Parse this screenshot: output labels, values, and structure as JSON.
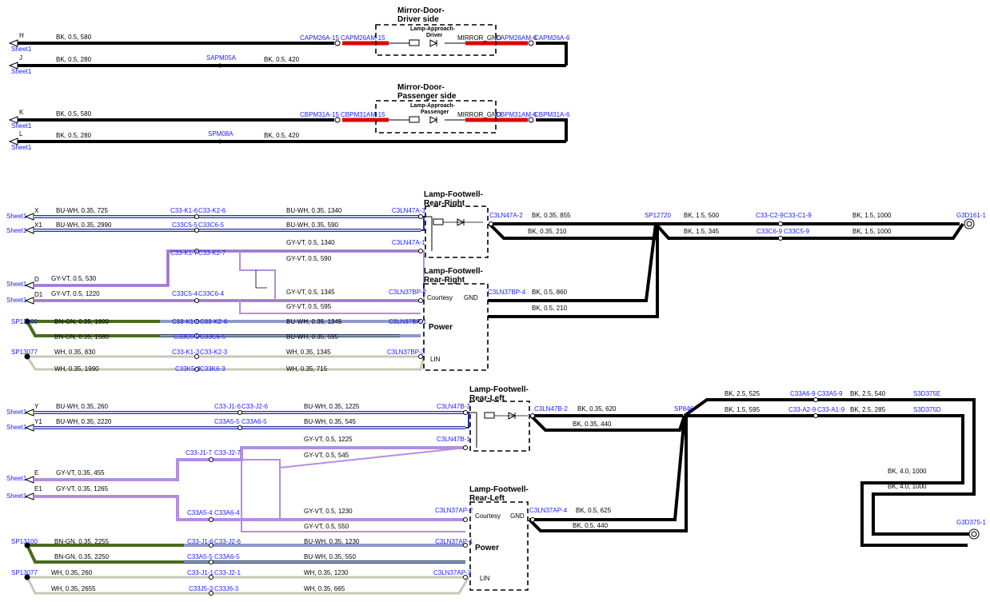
{
  "modules": [
    {
      "title1": "Mirror-Door-",
      "title2": "Driver side",
      "lamp1": "Lamp-Approach-",
      "lamp2": "Driver",
      "gnd": "MIRROR_GND"
    },
    {
      "title1": "Mirror-Door-",
      "title2": "Passenger side",
      "lamp1": "Lamp-Approach-",
      "lamp2": "Passenger",
      "gnd": "MIRROR_GND"
    },
    {
      "title1": "Lamp-Footwell-",
      "title2": "Rear-Right"
    },
    {
      "title1": "Lamp-Footwell-",
      "title2": "Rear-Right",
      "courtesy": "Courtesy",
      "gnd": "GND",
      "power": "Power",
      "lin": "LIN"
    },
    {
      "title1": "Lamp-Footwell-",
      "title2": "Rear-Left"
    },
    {
      "title1": "Lamp-Footwell-",
      "title2": "Rear-Left",
      "courtesy": "Courtesy",
      "gnd": "GND",
      "power": "Power",
      "lin": "LIN"
    }
  ],
  "sheet_refs": [
    {
      "id": "H",
      "sheet": "Sheet1"
    },
    {
      "id": "J",
      "sheet": "Sheet1"
    },
    {
      "id": "K",
      "sheet": "Sheet1"
    },
    {
      "id": "L",
      "sheet": "Sheet1"
    },
    {
      "id": "X",
      "sheet": "Sheet1"
    },
    {
      "id": "X1",
      "sheet": "Sheet1"
    },
    {
      "id": "D",
      "sheet": "Sheet1"
    },
    {
      "id": "D1",
      "sheet": "Sheet1"
    },
    {
      "id": "Y",
      "sheet": "Sheet1"
    },
    {
      "id": "Y1",
      "sheet": "Sheet1"
    },
    {
      "id": "E",
      "sheet": "Sheet1"
    },
    {
      "id": "E1",
      "sheet": "Sheet1"
    }
  ],
  "splices": [
    "SAPM05A",
    "SPM08A",
    "SP12720",
    "SP13100",
    "SP13077",
    "SP13100",
    "SP13077",
    "SP846"
  ],
  "connectors": [
    "CAPM26A-15",
    "CAPM26AM-15",
    "CAPM26AM-6",
    "CAPM26A-6",
    "CBPM31A-15",
    "CBPM31AM-15",
    "CBPM31AM-6",
    "CBPM31A-6",
    "C33-K1-6",
    "C33-K2-6",
    "C33C5-5",
    "C33C6-5",
    "C3LN47A-3",
    "C3LN47A-1",
    "C33-K1-7",
    "C33-K2-7",
    "C33C5-4",
    "C33C6-4",
    "C3LN37BP-2",
    "C3LN37BP-1",
    "C33-K1-3",
    "C33-K2-3",
    "C33K5-3",
    "C33K6-3",
    "C3LN37BP-3",
    "C3LN47A-2",
    "C3LN37BP-4",
    "C33-C2-9",
    "C33-C1-9",
    "C33C6-9",
    "C33C5-9",
    "G3D161-1",
    "C33-J1-6",
    "C33-J2-6",
    "C33A5-5",
    "C33A6-5",
    "C3LN47B-3",
    "C3LN47B-1",
    "C33-J1-7",
    "C33-J2-7",
    "C33A5-4",
    "C33A6-4",
    "C3LN37AP-2",
    "C3LN37AP-1",
    "C33-J1-1",
    "C33-J2-1",
    "C33J5-3",
    "C33J6-3",
    "C3LN37AP-3",
    "C3LN47B-2",
    "C3LN37AP-4",
    "C33A6-9",
    "C33A5-9",
    "C33-A2-9",
    "C33-A1-9",
    "S3D375E",
    "S3D375D",
    "G3D375-1"
  ],
  "wires": [
    "BK, 0.5, 580",
    "BK, 0.5, 280",
    "BK, 0.5, 420",
    "BK, 0.5, 580",
    "BK, 0.5, 280",
    "BK, 0.5, 420",
    "BU-WH, 0.35, 725",
    "BU-WH, 0.35, 1340",
    "BU-WH, 0.35, 2990",
    "BU-WH, 0.35, 590",
    "GY-VT, 0.5, 1340",
    "GY-VT, 0.5, 590",
    "GY-VT, 0.5, 530",
    "GY-VT, 0.5, 1345",
    "GY-VT, 0.5, 1220",
    "GY-VT, 0.5, 595",
    "BN-GN, 0.35, 1800",
    "BU-WH, 0.35, 1345",
    "BN-GN, 0.35, 1580",
    "BU-WH, 0.35, 595",
    "WH, 0.35, 830",
    "WH, 0.35, 1345",
    "WH, 0.35, 1990",
    "WH, 0.35, 715",
    "BK, 0.35, 855",
    "BK, 0.35, 210",
    "BK, 0.5, 860",
    "BK, 0.5, 210",
    "BK, 1.5, 500",
    "BK, 1.5, 1000",
    "BK, 1.5, 345",
    "BK, 1.5, 1000",
    "BU-WH, 0.35, 260",
    "BU-WH, 0.35, 1225",
    "BU-WH, 0.35, 2220",
    "BU-WH, 0.35, 545",
    "GY-VT, 0.5, 1225",
    "GY-VT, 0.5, 545",
    "GY-VT, 0.35, 455",
    "GY-VT, 0.35, 1265",
    "GY-VT, 0.5, 1230",
    "GY-VT, 0.5, 550",
    "BN-GN, 0.35, 2255",
    "BU-WH, 0.35, 1230",
    "BN-GN, 0.35, 2250",
    "BU-WH, 0.35, 550",
    "WH, 0.35, 260",
    "WH, 0.35, 1230",
    "WH, 0.35, 2655",
    "WH, 0.35, 665",
    "BK, 0.35, 620",
    "BK, 0.35, 440",
    "BK, 0.5, 625",
    "BK, 0.5, 440",
    "BK, 2.5, 525",
    "BK, 2.5, 540",
    "BK, 1.5, 595",
    "BK, 2.5, 285",
    "BK, 4.0, 1000",
    "BK, 4.0, 1000"
  ],
  "colors": {
    "black": "#000000",
    "red": "#e00000",
    "blue": "#1f2f9e",
    "blue_inner": "#ffffff",
    "violet": "#b28ee0",
    "olive": "#4a6b1c",
    "white_wire": "#d8d8d0",
    "label_blue": "#1a1aff"
  }
}
